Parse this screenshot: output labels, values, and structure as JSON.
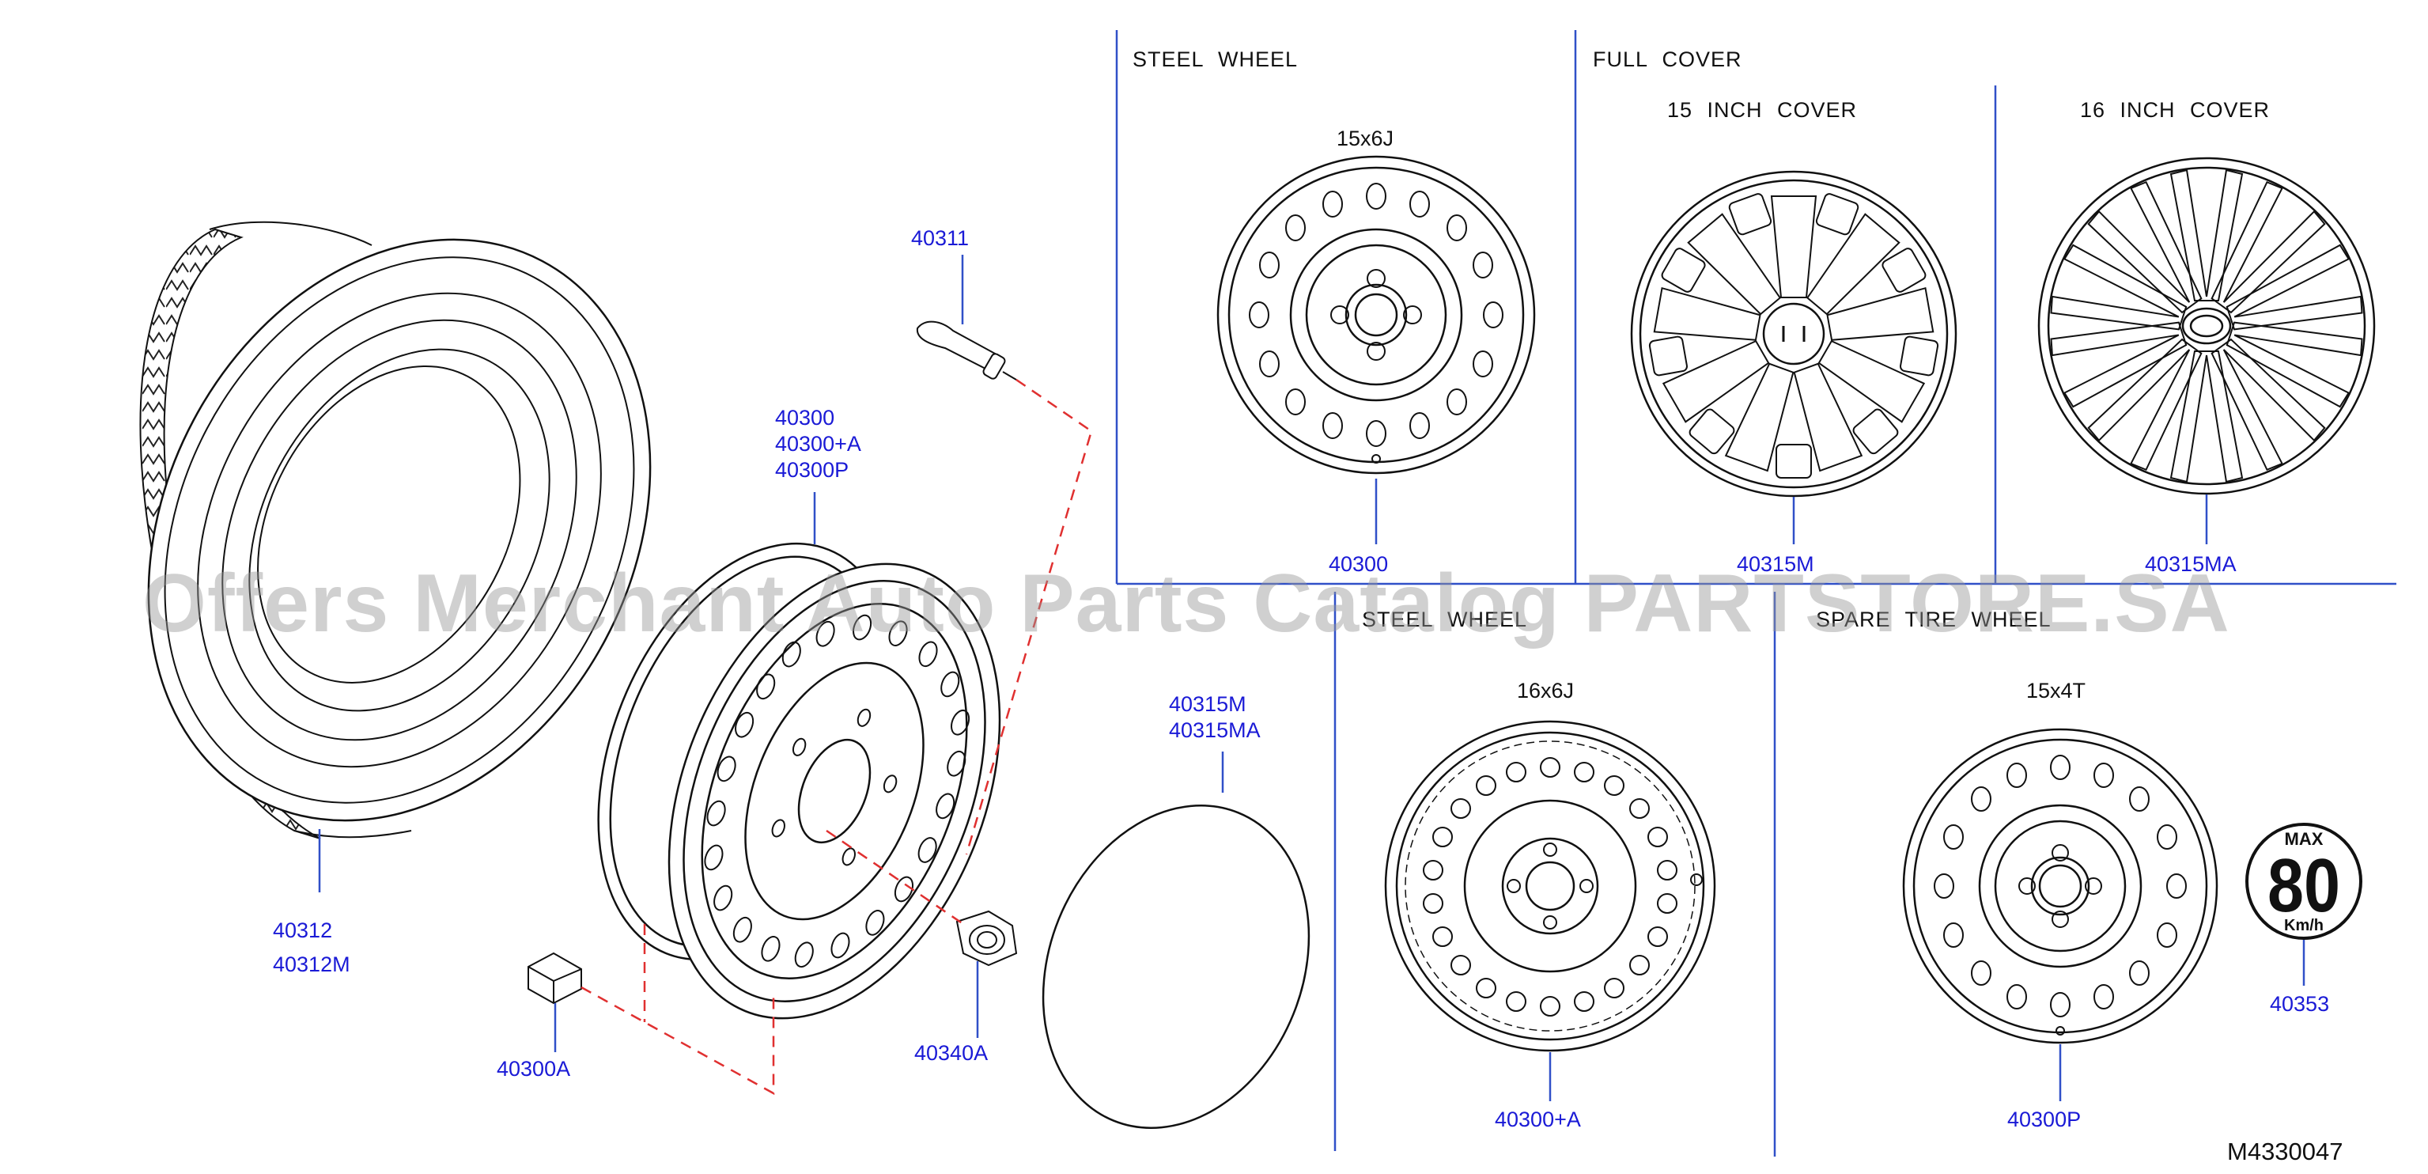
{
  "sections": {
    "steel_wheel_top": "STEEL   WHEEL",
    "full_cover": "FULL   COVER",
    "cover_15": "15   INCH   COVER",
    "cover_16": "16   INCH   COVER",
    "steel_wheel_bottom": "STEEL   WHEEL",
    "spare_tire_wheel": "SPARE   TIRE   WHEEL"
  },
  "sizes": {
    "w15": "15x6J",
    "w16": "16x6J",
    "spare": "15x4T"
  },
  "parts": {
    "p40311": "40311",
    "p40300_group": [
      "40300",
      "40300+A",
      "40300P"
    ],
    "p40312_group": [
      "40312",
      "40312M"
    ],
    "p40300A": "40300A",
    "p40340A": "40340A",
    "p40315_group": [
      "40315M",
      "40315MA"
    ],
    "p40300_steel": "40300",
    "p40315M": "40315M",
    "p40315MA": "40315MA",
    "p40300plusA": "40300+A",
    "p40300P": "40300P",
    "p40353": "40353"
  },
  "speed_label": {
    "top": "MAX",
    "value": "80",
    "unit": "Km/h"
  },
  "diagram_code": "M4330047",
  "watermark": "Offers Merchant Auto Parts Catalog PARTSTORE.SA",
  "colors": {
    "callout": "#1a1ad6",
    "leader": "#3050c8",
    "dashed": "#e03030",
    "line": "#111111"
  }
}
